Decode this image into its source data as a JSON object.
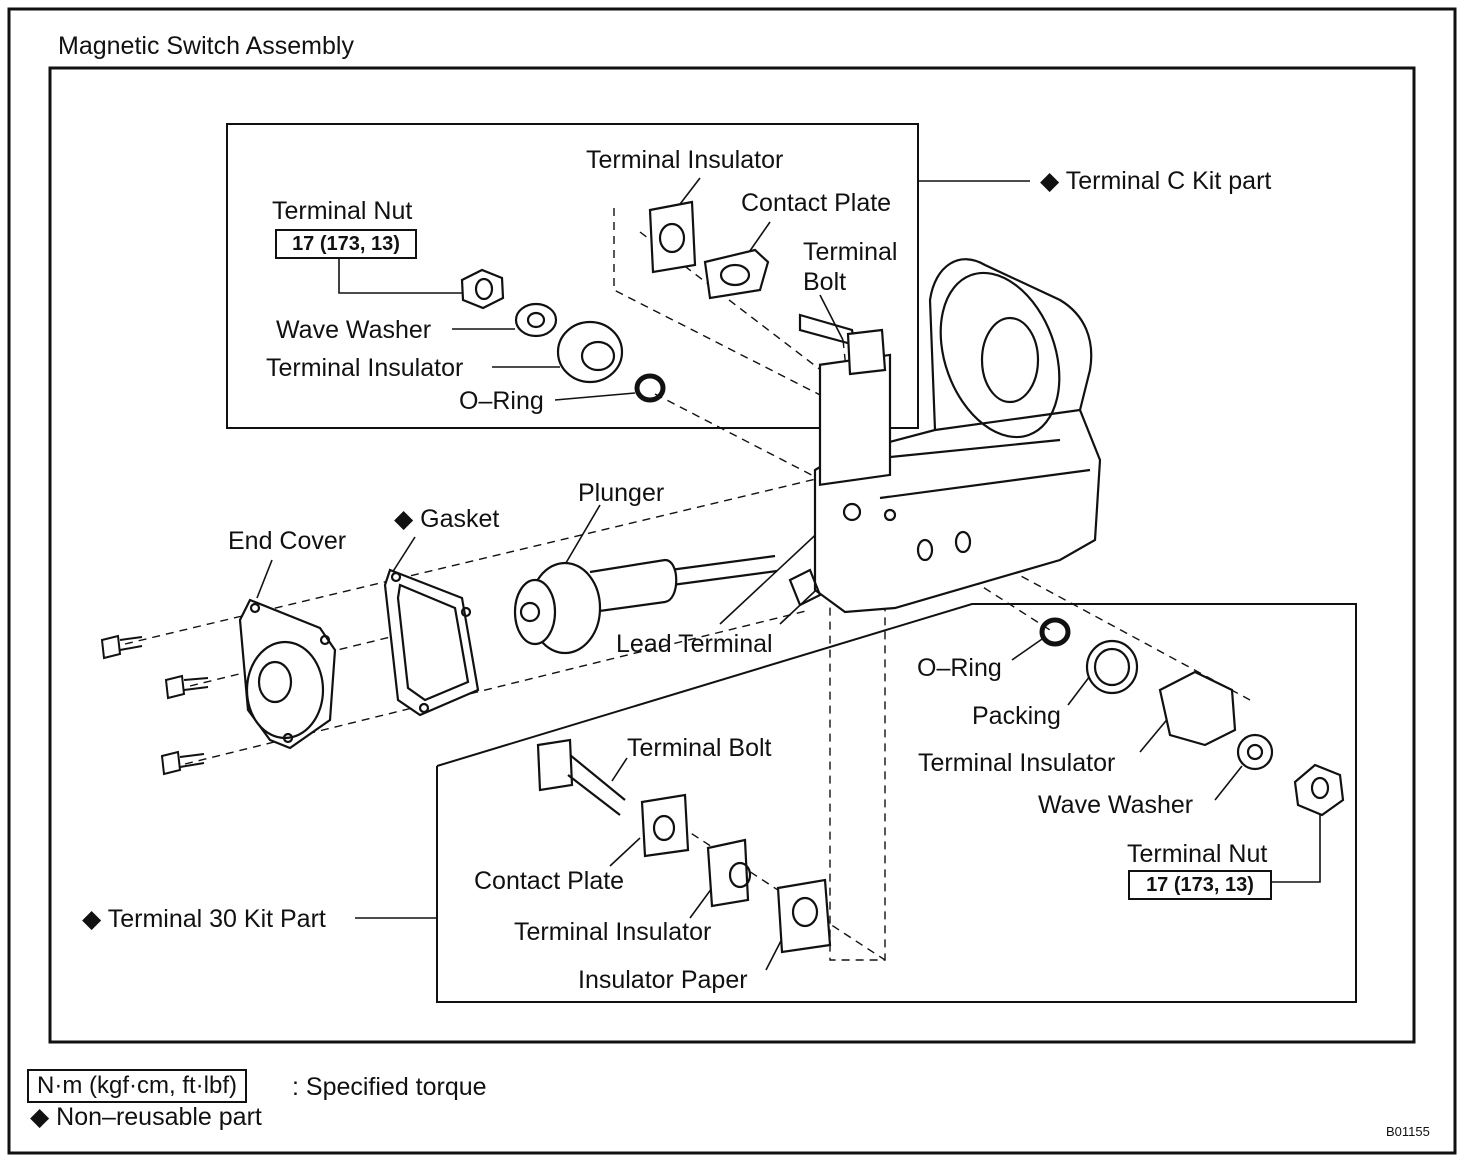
{
  "title": "Magnetic Switch Assembly",
  "labels": {
    "terminal_insulator_top": "Terminal Insulator",
    "contact_plate_top": "Contact Plate",
    "terminal_bolt_top_line1": "Terminal",
    "terminal_bolt_top_line2": "Bolt",
    "terminal_nut_top": "Terminal Nut",
    "wave_washer_top": "Wave Washer",
    "terminal_insulator_left": "Terminal Insulator",
    "o_ring_top": "O–Ring",
    "terminal_c_kit": "◆ Terminal C Kit part",
    "plunger": "Plunger",
    "gasket": "◆ Gasket",
    "end_cover": "End Cover",
    "lead_terminal": "Lead Terminal",
    "o_ring_right": "O–Ring",
    "packing": "Packing",
    "terminal_insulator_right": "Terminal Insulator",
    "wave_washer_right": "Wave Washer",
    "terminal_nut_right": "Terminal Nut",
    "terminal_bolt_bottom": "Terminal Bolt",
    "contact_plate_bottom": "Contact Plate",
    "terminal_30_kit": "◆ Terminal 30 Kit Part",
    "terminal_insulator_bottom": "Terminal Insulator",
    "insulator_paper": "Insulator Paper"
  },
  "torque": {
    "top": "17 (173, 13)",
    "right": "17 (173, 13)"
  },
  "legend": {
    "unit": "N·m (kgf·cm, ft·lbf)",
    "unit_desc": ": Specified torque",
    "non_reusable": "◆ Non–reusable part"
  },
  "figure_code": "B01155"
}
